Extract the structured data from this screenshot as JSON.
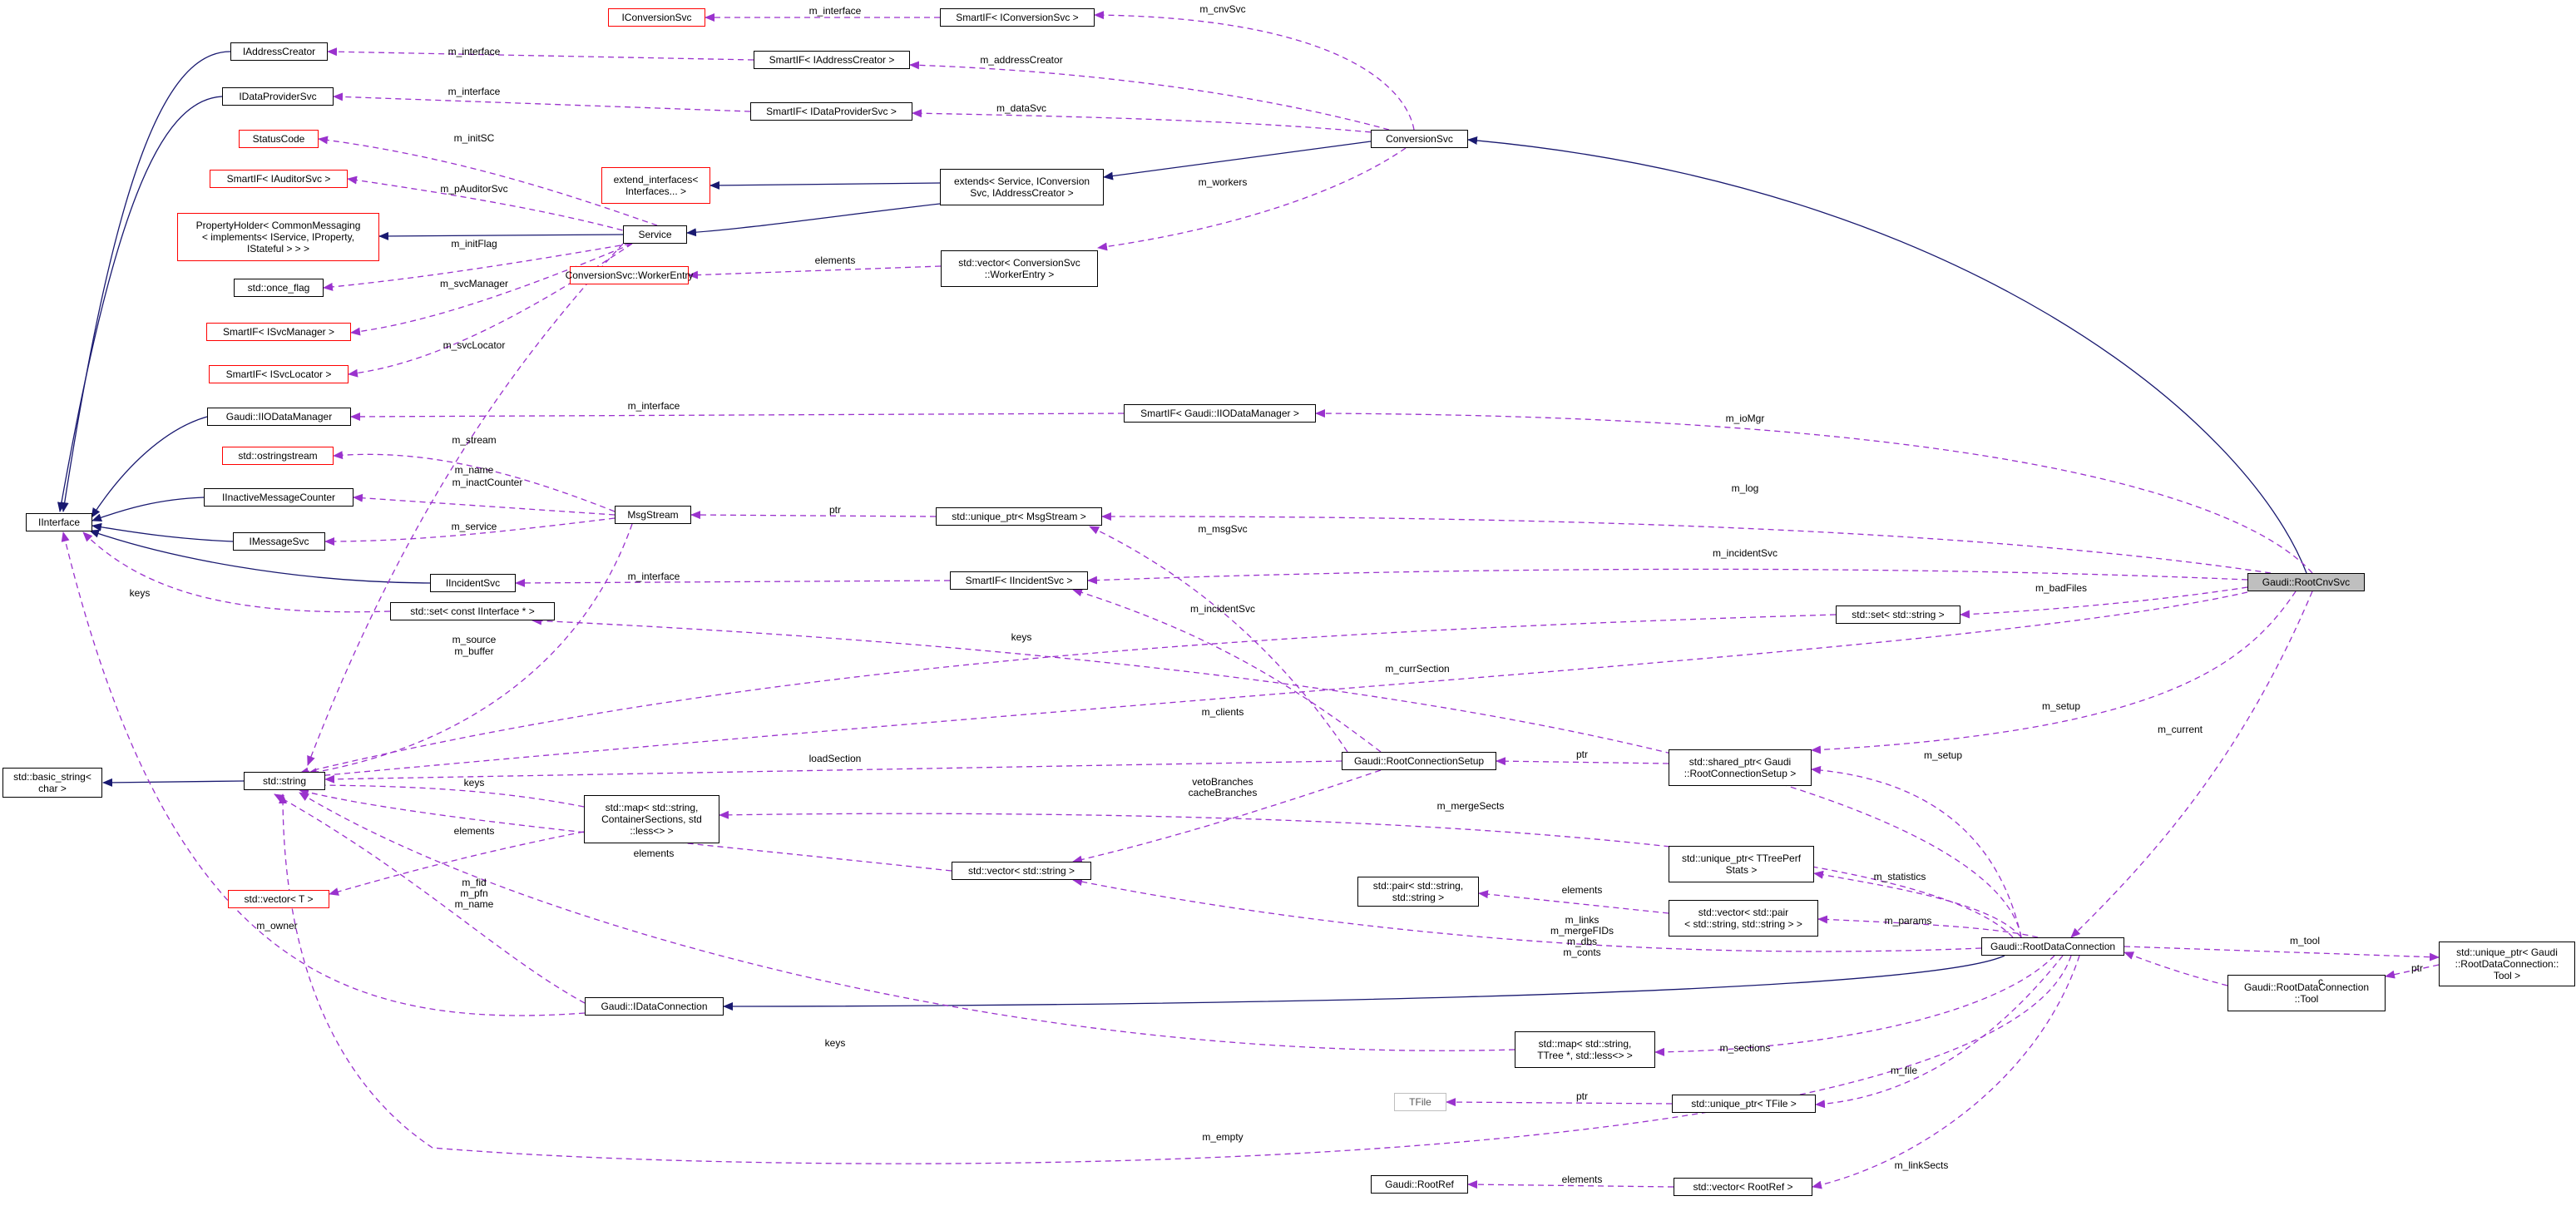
{
  "colors": {
    "inheritance": "#191970",
    "usage": "#9a32cd",
    "missing_border": "#ff0000",
    "external_border": "#bfbfbf",
    "focus_fill": "#bfbfbf"
  },
  "nodes": {
    "IConversionSvc": [
      "IConversionSvc"
    ],
    "SmartIF_IConversionSvc": [
      "SmartIF< IConversionSvc >"
    ],
    "IAddressCreator": [
      "IAddressCreator"
    ],
    "SmartIF_IAddressCreator": [
      "SmartIF< IAddressCreator >"
    ],
    "IDataProviderSvc": [
      "IDataProviderSvc"
    ],
    "SmartIF_IDataProviderSvc": [
      "SmartIF< IDataProviderSvc >"
    ],
    "ConversionSvc": [
      "ConversionSvc"
    ],
    "StatusCode": [
      "StatusCode"
    ],
    "extend_interfaces": [
      "extend_interfaces<",
      "Interfaces... >"
    ],
    "extends_Service": [
      "extends< Service, IConversion",
      "Svc, IAddressCreator >"
    ],
    "SmartIF_IAuditorSvc": [
      "SmartIF< IAuditorSvc >"
    ],
    "PropertyHolder": [
      "PropertyHolder< CommonMessaging",
      "< implements< IService, IProperty,",
      "IStateful > > >"
    ],
    "Service": [
      "Service"
    ],
    "std_once_flag": [
      "std::once_flag"
    ],
    "WorkerEntry": [
      "ConversionSvc::WorkerEntry"
    ],
    "vector_WorkerEntry": [
      "std::vector< ConversionSvc",
      "::WorkerEntry >"
    ],
    "SmartIF_ISvcManager": [
      "SmartIF< ISvcManager >"
    ],
    "SmartIF_ISvcLocator": [
      "SmartIF< ISvcLocator >"
    ],
    "IIODataManager": [
      "Gaudi::IIODataManager"
    ],
    "SmartIF_IIODataManager": [
      "SmartIF< Gaudi::IIODataManager >"
    ],
    "ostringstream": [
      "std::ostringstream"
    ],
    "IInactiveMessageCounter": [
      "IInactiveMessageCounter"
    ],
    "IInterface": [
      "IInterface"
    ],
    "MsgStream": [
      "MsgStream"
    ],
    "unique_ptr_MsgStream": [
      "std::unique_ptr< MsgStream >"
    ],
    "IMessageSvc": [
      "IMessageSvc"
    ],
    "IIncidentSvc": [
      "IIncidentSvc"
    ],
    "SmartIF_IIncidentSvc": [
      "SmartIF< IIncidentSvc >"
    ],
    "RootCnvSvc": [
      "Gaudi::RootCnvSvc"
    ],
    "set_IInterface": [
      "std::set< const IInterface * >"
    ],
    "set_string": [
      "std::set< std::string >"
    ],
    "basic_string": [
      "std::basic_string<",
      "char >"
    ],
    "std_string": [
      "std::string"
    ],
    "RootConnectionSetup": [
      "Gaudi::RootConnectionSetup"
    ],
    "shared_ptr_RCS": [
      "std::shared_ptr< Gaudi",
      "::RootConnectionSetup >"
    ],
    "map_ContainerSections": [
      "std::map< std::string,",
      "ContainerSections, std",
      "::less<> >"
    ],
    "vector_string": [
      "std::vector< std::string >"
    ],
    "vector_T": [
      "std::vector< T >"
    ],
    "unique_ptr_TTreePerfStats": [
      "std::unique_ptr< TTreePerf",
      "Stats >"
    ],
    "pair_string": [
      "std::pair< std::string,",
      "std::string >"
    ],
    "vector_pair": [
      "std::vector< std::pair",
      "< std::string, std::string > >"
    ],
    "RootDataConnection": [
      "Gaudi::RootDataConnection"
    ],
    "unique_ptr_Tool": [
      "std::unique_ptr< Gaudi",
      "::RootDataConnection::",
      "Tool >"
    ],
    "Tool": [
      "Gaudi::RootDataConnection",
      "::Tool"
    ],
    "IDataConnection": [
      "Gaudi::IDataConnection"
    ],
    "map_TTree": [
      "std::map< std::string,",
      "TTree *, std::less<> >"
    ],
    "TFile": [
      "TFile"
    ],
    "unique_ptr_TFile": [
      "std::unique_ptr< TFile >"
    ],
    "RootRef": [
      "Gaudi::RootRef"
    ],
    "vector_RootRef": [
      "std::vector< RootRef >"
    ]
  },
  "edge_labels": {
    "m_interface_1": "m_interface",
    "m_cnvSvc": "m_cnvSvc",
    "m_interface_2": "m_interface",
    "m_addressCreator": "m_addressCreator",
    "m_interface_3": "m_interface",
    "m_dataSvc": "m_dataSvc",
    "m_initSC": "m_initSC",
    "m_pAuditorSvc": "m_pAuditorSvc",
    "m_workers": "m_workers",
    "m_initFlag": "m_initFlag",
    "elements_1": "elements",
    "m_svcManager": "m_svcManager",
    "m_svcLocator": "m_svcLocator",
    "m_interface_4": "m_interface",
    "m_ioMgr": "m_ioMgr",
    "m_stream": "m_stream",
    "m_name": "m_name",
    "m_inactCounter": "m_inactCounter",
    "ptr_1": "ptr",
    "m_log": "m_log",
    "m_service": "m_service",
    "m_msgSvc": "m_msgSvc",
    "m_interface_5": "m_interface",
    "m_incidentSvc_1": "m_incidentSvc",
    "keys_1": "keys",
    "m_incidentSvc_2": "m_incidentSvc",
    "m_badFiles": "m_badFiles",
    "keys_2": "keys",
    "m_source": "m_source",
    "m_buffer": "m_buffer",
    "m_currSection": "m_currSection",
    "m_setup_1": "m_setup",
    "m_current": "m_current",
    "m_clients": "m_clients",
    "loadSection": "loadSection",
    "ptr_2": "ptr",
    "m_setup_2": "m_setup",
    "vetoBranches": "vetoBranches",
    "cacheBranches": "cacheBranches",
    "keys_3": "keys",
    "m_mergeSects": "m_mergeSects",
    "elements_2": "elements",
    "elements_3": "elements",
    "m_statistics": "m_statistics",
    "m_fid": "m_fid",
    "m_pfn": "m_pfn",
    "m_name_2": "m_name",
    "elements_4": "elements",
    "m_params": "m_params",
    "m_links": "m_links",
    "m_mergeFIDs": "m_mergeFIDs",
    "m_dbs": "m_dbs",
    "m_conts": "m_conts",
    "m_owner": "m_owner",
    "m_tool": "m_tool",
    "ptr_3": "ptr",
    "c": "c",
    "keys_4": "keys",
    "m_sections": "m_sections",
    "m_file": "m_file",
    "ptr_4": "ptr",
    "m_empty": "m_empty",
    "m_linkSects": "m_linkSects",
    "elements_5": "elements"
  }
}
